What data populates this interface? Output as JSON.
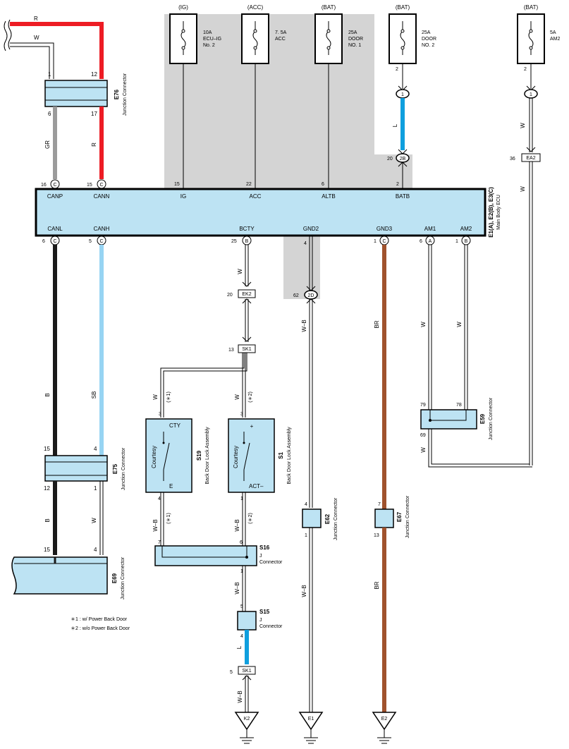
{
  "power_sources": [
    {
      "label": "(IG)",
      "fuse": [
        "10A",
        "ECU–IG",
        "No. 2"
      ],
      "pin": "15",
      "ecu_pin": "IG"
    },
    {
      "label": "(ACC)",
      "fuse": [
        "7. 5A",
        "ACC"
      ],
      "pin": "22",
      "ecu_pin": "ACC"
    },
    {
      "label": "(BAT)",
      "fuse": [
        "25A",
        "DOOR",
        "NO. 1"
      ],
      "pin": "6",
      "ecu_pin": "ALTB"
    },
    {
      "label": "(BAT)",
      "fuse": [
        "25A",
        "DOOR",
        "NO. 2"
      ],
      "pin": "2",
      "ecu_pin": "BATB"
    },
    {
      "label": "(BAT)",
      "fuse": [
        "5A",
        "AM2"
      ],
      "pin": "2"
    }
  ],
  "ecu": {
    "name": "Main Body ECU",
    "code": "E1(A), E2(B), E3(C)",
    "top_pins": [
      {
        "num": "16",
        "conn": "C",
        "label": "CANP"
      },
      {
        "num": "15",
        "conn": "C",
        "label": "CANN"
      },
      {
        "num": "15",
        "label": "IG"
      },
      {
        "num": "22",
        "label": "ACC"
      },
      {
        "num": "6",
        "label": "ALTB"
      },
      {
        "num": "2",
        "label": "BATB"
      }
    ],
    "bottom_pins": [
      {
        "num": "6",
        "conn": "C",
        "label": "CANL"
      },
      {
        "num": "5",
        "conn": "C",
        "label": "CANH"
      },
      {
        "num": "25",
        "conn": "B",
        "label": "BCTY"
      },
      {
        "num": "4",
        "label": "GND2"
      },
      {
        "num": "1",
        "conn": "C",
        "label": "GND3"
      },
      {
        "num": "6",
        "conn": "A",
        "label": "AM1"
      },
      {
        "num": "1",
        "conn": "B",
        "label": "AM2"
      }
    ]
  },
  "junction_connectors": {
    "e76": {
      "code": "E76",
      "name": "Junction Connector",
      "pins": [
        "1",
        "12",
        "6",
        "17"
      ]
    },
    "e75": {
      "code": "E75",
      "name": "Junction Connector",
      "pins": [
        "15",
        "4",
        "12",
        "1"
      ]
    },
    "e69_left": {
      "code": "E69",
      "name": "Junction Connector",
      "pins": [
        "15",
        "4"
      ]
    },
    "e59": {
      "code": "E59",
      "name": "Junction Connector",
      "pins": [
        "79",
        "78",
        "69"
      ]
    },
    "e62": {
      "code": "E62",
      "name": "Junction Connector",
      "pins": [
        "4",
        "1"
      ]
    },
    "e67": {
      "code": "E67",
      "name": "Junction Connector",
      "pins": [
        "7",
        "13"
      ]
    },
    "s16": {
      "code": "S16",
      "name": "Junction Connector",
      "pins": [
        "7",
        "6",
        "1"
      ]
    },
    "s15": {
      "code": "S15",
      "name": "Junction Connector",
      "pins": [
        "5",
        "4"
      ]
    }
  },
  "switches": {
    "s19": {
      "code": "S19",
      "name": "Back Door Lock Assembly",
      "switch_label": "Courtesy",
      "top": "CTY",
      "bottom": "E",
      "pins": [
        "3",
        "4"
      ]
    },
    "s1": {
      "code": "S1",
      "name": "Back Door Lock Assembly",
      "switch_label": "Courtesy",
      "top": "+",
      "bottom": "ACT–",
      "pins": [
        "3",
        "1"
      ]
    }
  },
  "inline_connectors": {
    "c2b": {
      "code": "2B",
      "pin": "20"
    },
    "c2d": {
      "code": "2D",
      "pin": "62"
    },
    "ea2": {
      "code": "EA2",
      "pin": "36"
    },
    "ek2": {
      "code": "EK2",
      "pin": "20"
    },
    "sk1_top": {
      "code": "SK1",
      "pin": "13"
    },
    "sk1_bottom": {
      "code": "SK1",
      "pin": "5"
    },
    "c1_door2": {
      "code": "1"
    },
    "c1_am2": {
      "code": "1"
    }
  },
  "wire_colors": {
    "r": "R",
    "w": "W",
    "gr": "GR",
    "l": "L",
    "b": "B",
    "sb": "SB",
    "wb": "W–B",
    "br": "BR",
    "r_hex": "#ed1c24",
    "gr_hex": "#9b9b9b",
    "l_hex": "#0f9fde",
    "b_hex": "#1a1a1a",
    "sb_hex": "#97d4f3",
    "br_hex": "#a0522d",
    "box_hex": "#bde3f3",
    "shade_hex": "#d4d4d4"
  },
  "grounds": [
    "K2",
    "E1",
    "E2"
  ],
  "footnotes": {
    "n1": "＊1 : w/ Power Back Door",
    "n2": "＊2 : w/o Power Back Door",
    "m1": "(＊1)",
    "m2": "(＊2)"
  }
}
